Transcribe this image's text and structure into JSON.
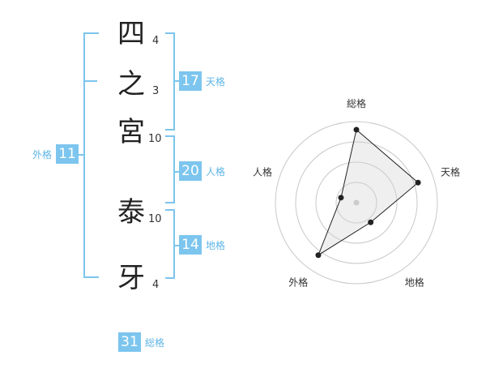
{
  "name": {
    "characters": [
      {
        "char": "四",
        "strokes": "4"
      },
      {
        "char": "之",
        "strokes": "3"
      },
      {
        "char": "宮",
        "strokes": "10"
      },
      {
        "char": "泰",
        "strokes": "10"
      },
      {
        "char": "牙",
        "strokes": "4"
      }
    ]
  },
  "fortune": {
    "tenkaku": {
      "value": "17",
      "label": "天格"
    },
    "jinkaku": {
      "value": "20",
      "label": "人格"
    },
    "chikaku": {
      "value": "14",
      "label": "地格"
    },
    "gaikaku": {
      "value": "11",
      "label": "外格"
    },
    "soukaku": {
      "value": "31",
      "label": "総格"
    }
  },
  "chart_data": {
    "type": "radar",
    "axes": [
      "総格",
      "天格",
      "地格",
      "外格",
      "人格"
    ],
    "values": [
      4.5,
      4.0,
      1.5,
      4.0,
      1.0
    ],
    "max": 5,
    "rings": 4
  }
}
